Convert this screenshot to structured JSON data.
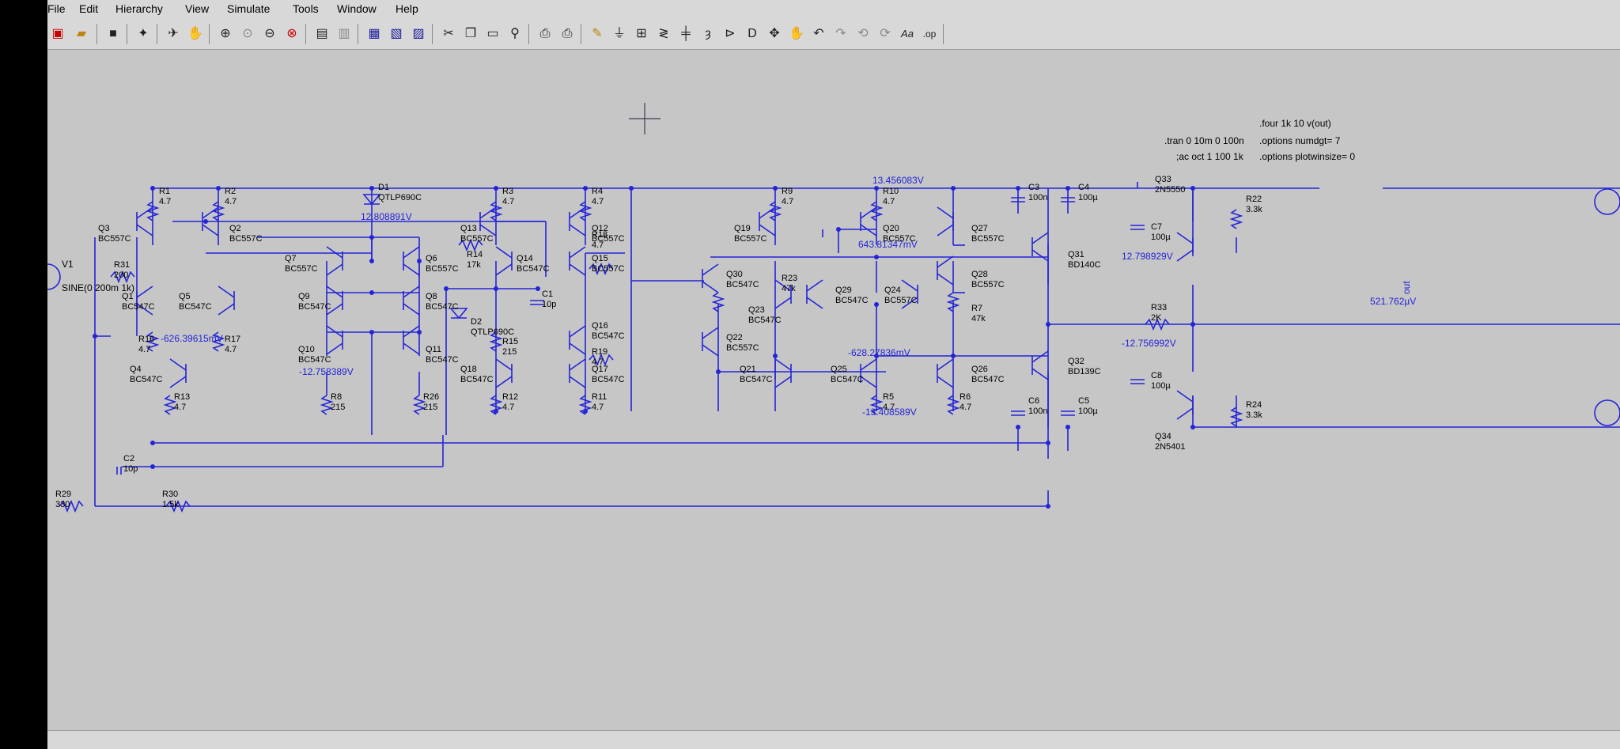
{
  "menu": [
    "File",
    "Edit",
    "Hierarchy",
    "View",
    "Simulate",
    "Tools",
    "Window",
    "Help"
  ],
  "directives": {
    "tran": ".tran 0 10m 0 100n",
    "ac": ";ac oct 1 100 1k",
    "four": ".four 1k 10 v(out)",
    "numdgt": ".options numdgt= 7",
    "plotwinsize": ".options plotwinsize= 0"
  },
  "source": {
    "name": "V1",
    "value": "SINE(0 200m 1k)"
  },
  "net_labels": {
    "vpos": "13.456083V",
    "n12_8": "12.808891V",
    "n643": "643.81347mV",
    "n12_79": "12.798929V",
    "out_v": "521.762µV",
    "n_626": "-626.39615mV",
    "n_12_75": "-12.758389V",
    "n_628": "-628.27836mV",
    "n_12_756": "-12.756992V",
    "vneg": "-13.408589V",
    "out": "out"
  },
  "components": {
    "R1": [
      "R1",
      "4.7"
    ],
    "R2": [
      "R2",
      "4.7"
    ],
    "R3": [
      "R3",
      "4.7"
    ],
    "R4": [
      "R4",
      "4.7"
    ],
    "R5": [
      "R5",
      "4.7"
    ],
    "R6": [
      "R6",
      "4.7"
    ],
    "R7": [
      "R7",
      "47k"
    ],
    "R8": [
      "R8",
      "215"
    ],
    "R9": [
      "R9",
      "4.7"
    ],
    "R10": [
      "R10",
      "4.7"
    ],
    "R11": [
      "R11",
      "4.7"
    ],
    "R12": [
      "R12",
      "4.7"
    ],
    "R13": [
      "R13",
      "4.7"
    ],
    "R14": [
      "R14",
      "17k"
    ],
    "R15": [
      "R15",
      "215"
    ],
    "R16": [
      "R16",
      "4.7"
    ],
    "R17": [
      "R17",
      "4.7"
    ],
    "R18": [
      "R18",
      "4.7"
    ],
    "R19": [
      "R19",
      "4.7"
    ],
    "R22": [
      "R22",
      "3.3k"
    ],
    "R23": [
      "R23",
      "47k"
    ],
    "R24": [
      "R24",
      "3.3k"
    ],
    "R26": [
      "R26",
      "215"
    ],
    "R29": [
      "R29",
      "330"
    ],
    "R30": [
      "R30",
      "1.5k"
    ],
    "R31": [
      "R31",
      "200"
    ],
    "R33": [
      "R33",
      "2K"
    ],
    "C1": [
      "C1",
      "10p"
    ],
    "C2": [
      "C2",
      "10p"
    ],
    "C3": [
      "C3",
      "100n"
    ],
    "C4": [
      "C4",
      "100µ"
    ],
    "C5": [
      "C5",
      "100µ"
    ],
    "C6": [
      "C6",
      "100n"
    ],
    "C7": [
      "C7",
      "100µ"
    ],
    "C8": [
      "C8",
      "100µ"
    ],
    "D1": [
      "D1",
      "QTLP690C"
    ],
    "D2": [
      "D2",
      "QTLP690C"
    ],
    "Q1": [
      "Q1",
      "BC547C"
    ],
    "Q2": [
      "Q2",
      "BC557C"
    ],
    "Q3": [
      "Q3",
      "BC557C"
    ],
    "Q4": [
      "Q4",
      "BC547C"
    ],
    "Q5": [
      "Q5",
      "BC547C"
    ],
    "Q6": [
      "Q6",
      "BC557C"
    ],
    "Q7": [
      "Q7",
      "BC557C"
    ],
    "Q8": [
      "Q8",
      "BC547C"
    ],
    "Q9": [
      "Q9",
      "BC547C"
    ],
    "Q10": [
      "Q10",
      "BC547C"
    ],
    "Q11": [
      "Q11",
      "BC547C"
    ],
    "Q12": [
      "Q12",
      "BC557C"
    ],
    "Q13": [
      "Q13",
      "BC557C"
    ],
    "Q14": [
      "Q14",
      "BC547C"
    ],
    "Q15": [
      "Q15",
      "BC557C"
    ],
    "Q16": [
      "Q16",
      "BC547C"
    ],
    "Q17": [
      "Q17",
      "BC547C"
    ],
    "Q18": [
      "Q18",
      "BC547C"
    ],
    "Q19": [
      "Q19",
      "BC557C"
    ],
    "Q20": [
      "Q20",
      "BC557C"
    ],
    "Q21": [
      "Q21",
      "BC547C"
    ],
    "Q22": [
      "Q22",
      "BC557C"
    ],
    "Q23": [
      "Q23",
      "BC547C"
    ],
    "Q24": [
      "Q24",
      "BC557C"
    ],
    "Q25": [
      "Q25",
      "BC547C"
    ],
    "Q26": [
      "Q26",
      "BC547C"
    ],
    "Q27": [
      "Q27",
      "BC557C"
    ],
    "Q28": [
      "Q28",
      "BC557C"
    ],
    "Q29": [
      "Q29",
      "BC547C"
    ],
    "Q30": [
      "Q30",
      "BC547C"
    ],
    "Q31": [
      "Q31",
      "BD140C"
    ],
    "Q32": [
      "Q32",
      "BD139C"
    ],
    "Q33": [
      "Q33",
      "2N5550"
    ],
    "Q34": [
      "Q34",
      "2N5401"
    ]
  },
  "colors": {
    "wire": "#2424d8",
    "canvas": "#c6c6c6",
    "text": "#000000"
  }
}
